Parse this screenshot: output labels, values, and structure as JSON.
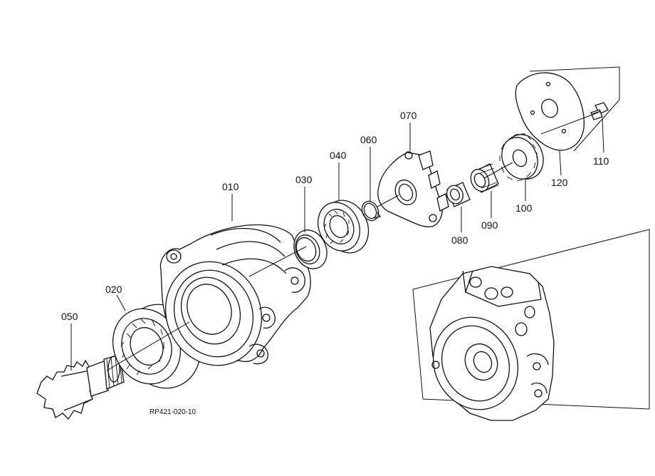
{
  "diagram": {
    "reference_code": "RP421-020-10",
    "parts": [
      {
        "id": "010",
        "label": "010"
      },
      {
        "id": "020",
        "label": "020"
      },
      {
        "id": "030",
        "label": "030"
      },
      {
        "id": "040",
        "label": "040"
      },
      {
        "id": "050",
        "label": "050"
      },
      {
        "id": "060",
        "label": "060"
      },
      {
        "id": "070",
        "label": "070"
      },
      {
        "id": "080",
        "label": "080"
      },
      {
        "id": "090",
        "label": "090"
      },
      {
        "id": "100",
        "label": "100"
      },
      {
        "id": "110",
        "label": "110"
      },
      {
        "id": "120",
        "label": "120"
      }
    ]
  }
}
